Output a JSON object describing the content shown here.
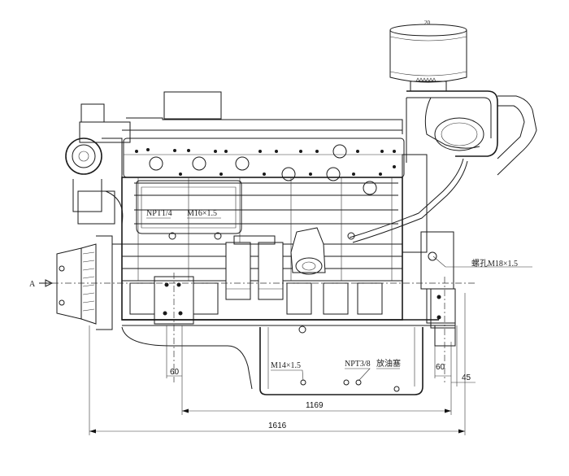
{
  "labels": {
    "view_marker": "A",
    "npt_quarter": "NPT1/4",
    "m16": "M16×1.5",
    "lifting_eye": "螺孔M18×1.5",
    "m14": "M14×1.5",
    "npt_three_eighth": "NPT3/8",
    "drain_plug": "放油塞",
    "filter_number": "20"
  },
  "dimensions": {
    "d60_left": "60",
    "d60_right": "60",
    "d45": "45",
    "d1169": "1169",
    "d1616": "1616"
  }
}
